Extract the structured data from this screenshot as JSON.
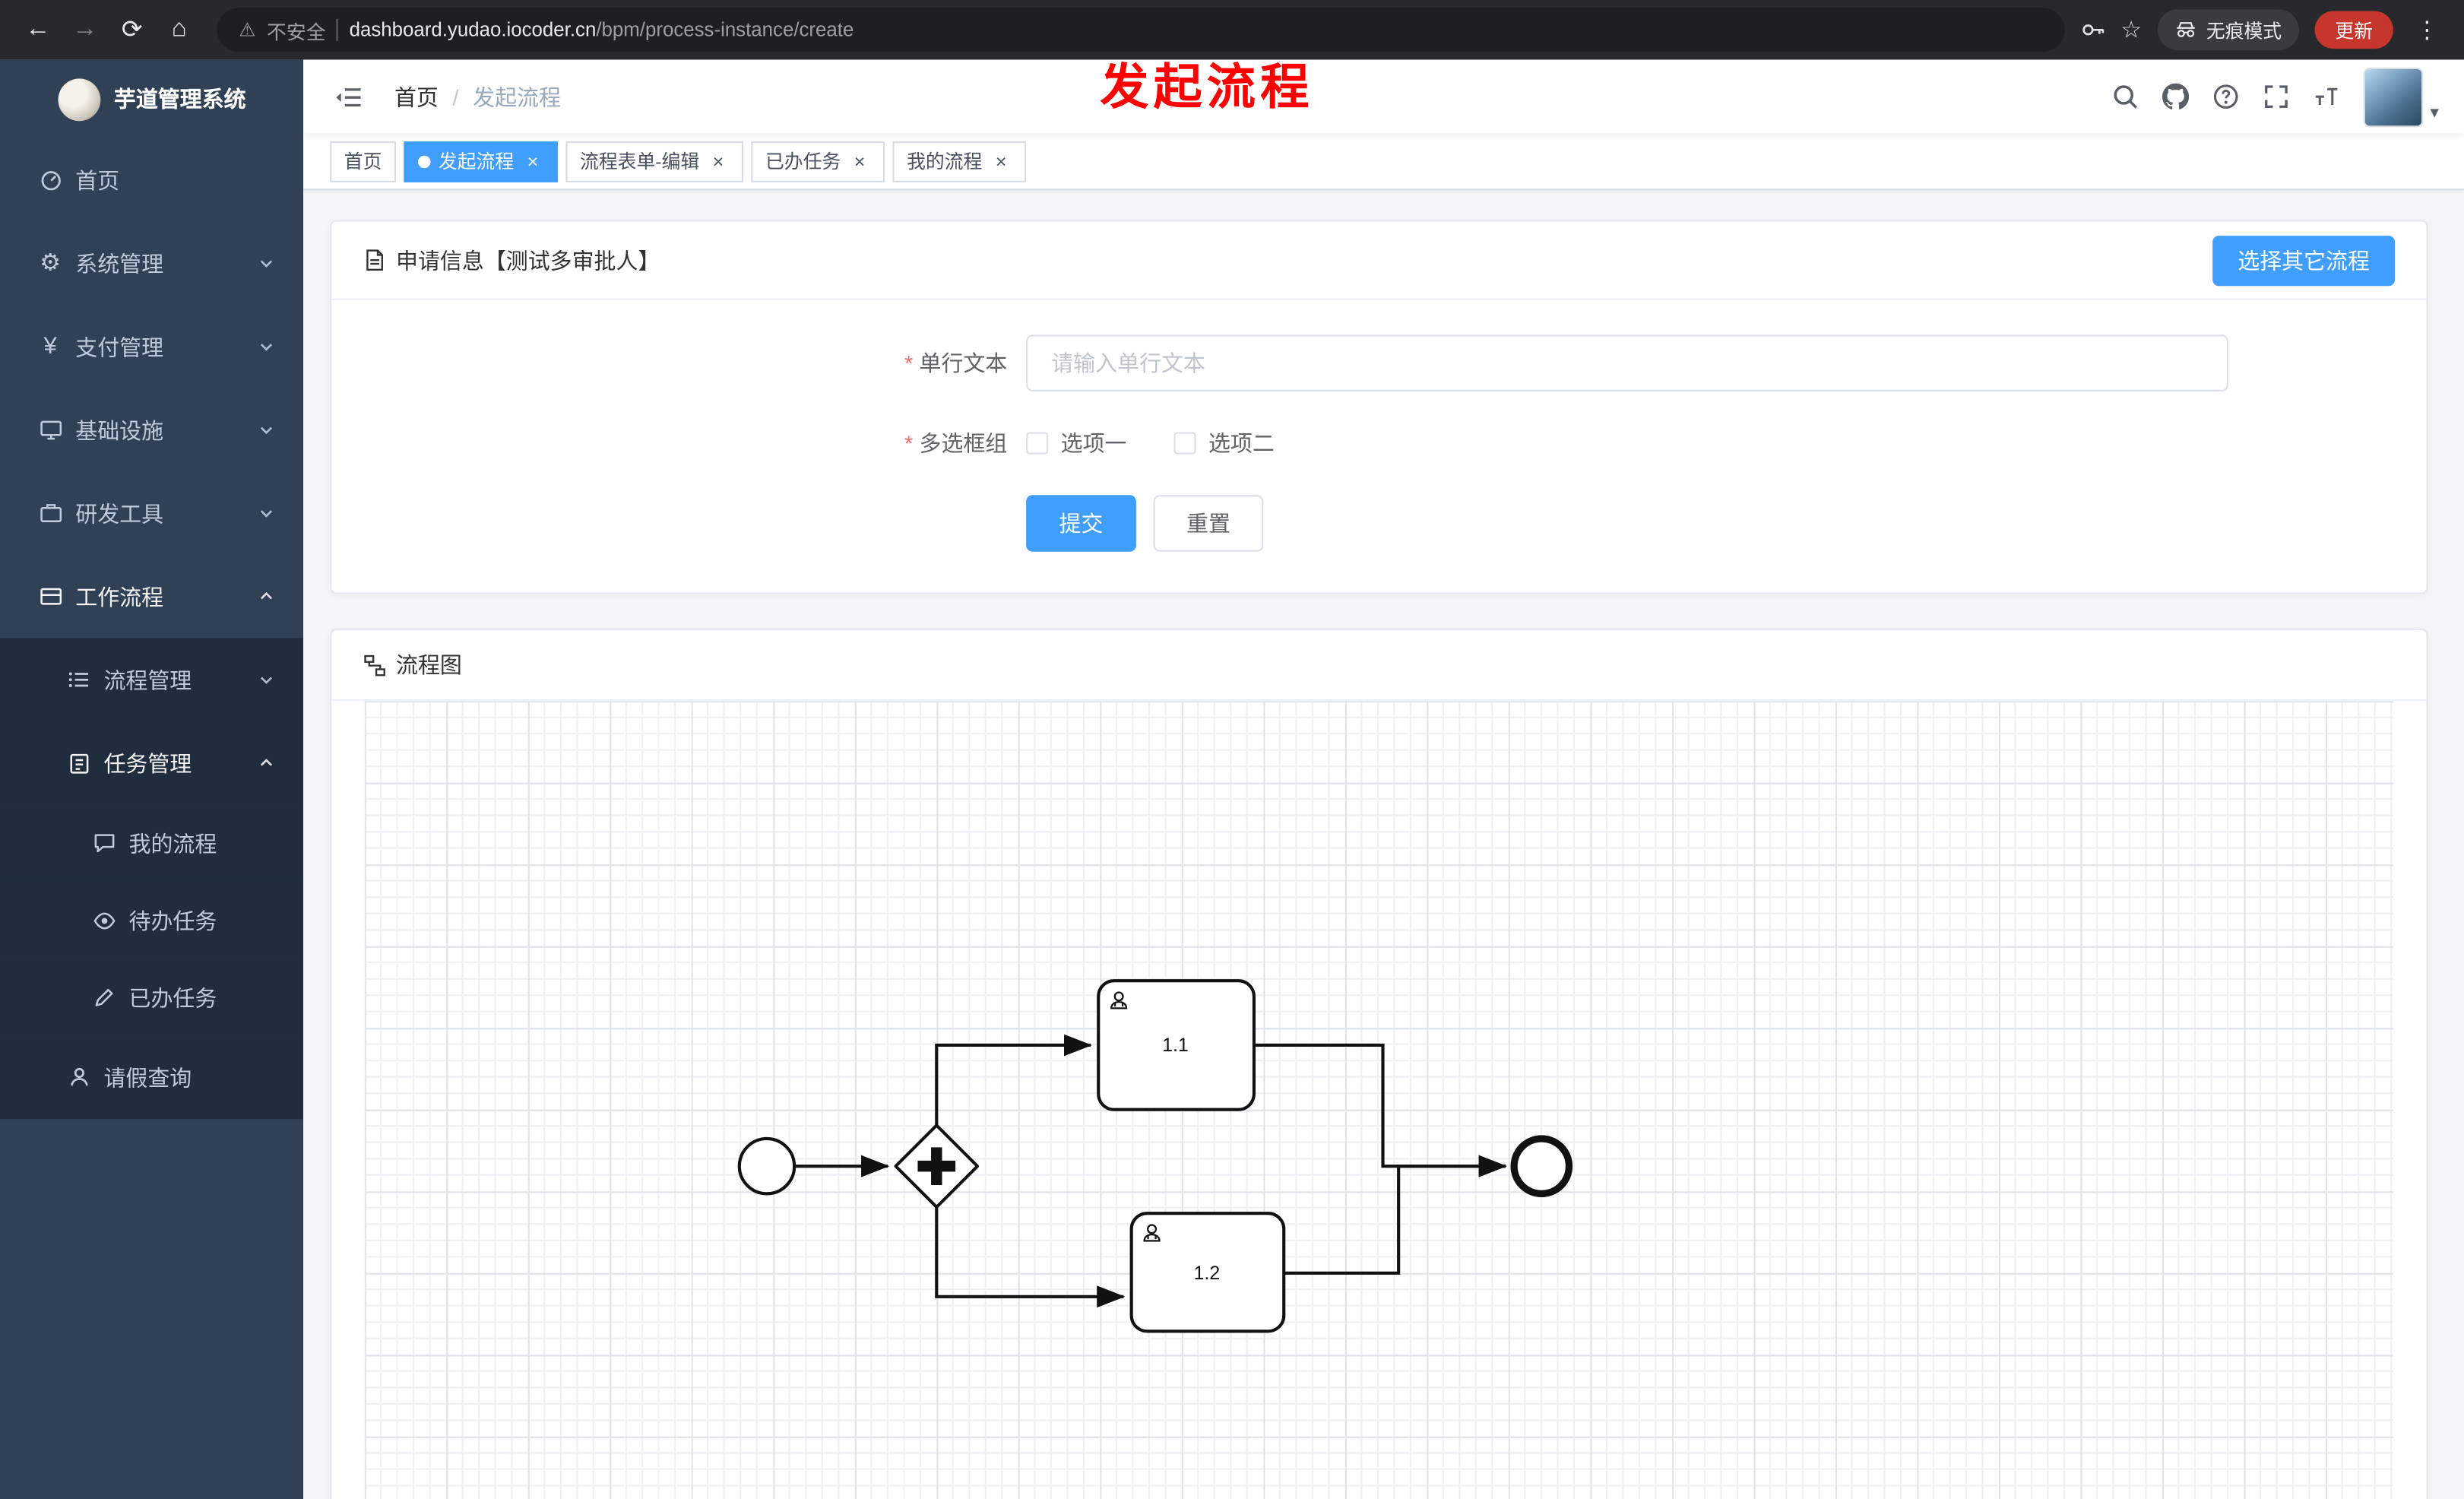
{
  "annotation": {
    "text": "发起流程"
  },
  "browser": {
    "security_label": "不安全",
    "host": "dashboard.yudao.iocoder.cn",
    "path": "/bpm/process-instance/create",
    "incognito_label": "无痕模式",
    "update_label": "更新"
  },
  "icons": {
    "back": "←",
    "forward": "→",
    "reload": "⟳",
    "home": "⌂",
    "warning": "⚠",
    "star": "☆",
    "menu_dots": "⋮",
    "caret_down": "▾",
    "gear": "⚙",
    "yen": "¥",
    "close": "×",
    "breadcrumb_sep": "/"
  },
  "sidebar": {
    "logo_title": "芋道管理系统",
    "items": [
      {
        "label": "首页",
        "icon": "dashboard-icon",
        "level": 1
      },
      {
        "label": "系统管理",
        "icon": "gear-icon",
        "level": 1,
        "chevron": "down"
      },
      {
        "label": "支付管理",
        "icon": "yen-icon",
        "level": 1,
        "chevron": "down"
      },
      {
        "label": "基础设施",
        "icon": "monitor-icon",
        "level": 1,
        "chevron": "down"
      },
      {
        "label": "研发工具",
        "icon": "toolbox-icon",
        "level": 1,
        "chevron": "down"
      },
      {
        "label": "工作流程",
        "icon": "workflow-icon",
        "level": 1,
        "chevron": "up",
        "expanded": true
      },
      {
        "label": "流程管理",
        "icon": "process-list-icon",
        "level": 2,
        "chevron": "down"
      },
      {
        "label": "任务管理",
        "icon": "task-icon",
        "level": 2,
        "chevron": "up",
        "expanded": true
      },
      {
        "label": "我的流程",
        "icon": "chat-icon",
        "level": 3
      },
      {
        "label": "待办任务",
        "icon": "eye-icon",
        "level": 3
      },
      {
        "label": "已办任务",
        "icon": "pen-icon",
        "level": 3
      },
      {
        "label": "请假查询",
        "icon": "user-icon",
        "level": 2
      }
    ]
  },
  "header": {
    "breadcrumb_home": "首页",
    "breadcrumb_current": "发起流程"
  },
  "tabs": [
    {
      "label": "首页",
      "active": false,
      "closable": false
    },
    {
      "label": "发起流程",
      "active": true,
      "closable": true
    },
    {
      "label": "流程表单-编辑",
      "active": false,
      "closable": true
    },
    {
      "label": "已办任务",
      "active": false,
      "closable": true
    },
    {
      "label": "我的流程",
      "active": false,
      "closable": true
    }
  ],
  "form_card": {
    "title": "申请信息【测试多审批人】",
    "select_other_button": "选择其它流程",
    "fields": [
      {
        "label": "单行文本",
        "required": true,
        "type": "text",
        "placeholder": "请输入单行文本",
        "value": ""
      },
      {
        "label": "多选框组",
        "required": true,
        "type": "checkbox-group",
        "options": [
          "选项一",
          "选项二"
        ],
        "checked": []
      }
    ],
    "submit_label": "提交",
    "reset_label": "重置"
  },
  "diagram_card": {
    "title": "流程图",
    "type": "bpmn",
    "tasks": [
      "1.1",
      "1.2"
    ],
    "structure": "start → parallel-gateway → (task 1.1 | task 1.2) → end"
  },
  "colors": {
    "accent": "#409eff",
    "danger": "#f56c6c",
    "sidebar_bg": "#304156",
    "submenu_bg": "#1f2d3d",
    "active_tab": "#409eff",
    "annotation": "#ff0000",
    "update_chip": "#c5362c"
  }
}
